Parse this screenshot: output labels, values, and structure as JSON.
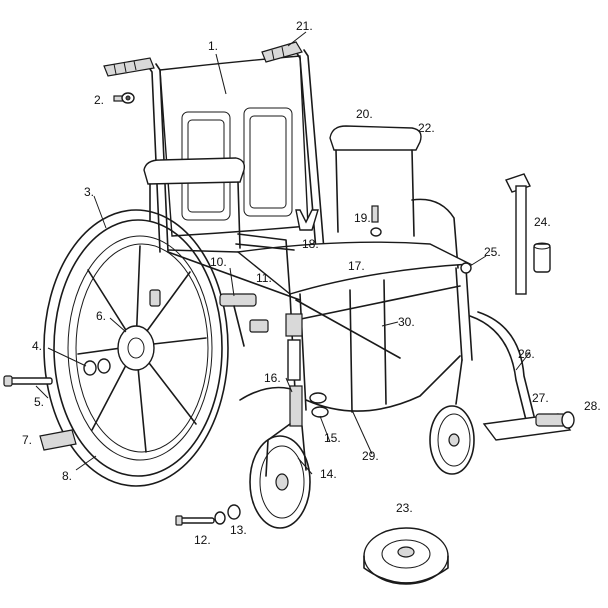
{
  "diagram": {
    "type": "exploded-parts-diagram",
    "callouts": [
      {
        "id": "1",
        "label": "1."
      },
      {
        "id": "2",
        "label": "2."
      },
      {
        "id": "3",
        "label": "3."
      },
      {
        "id": "4",
        "label": "4."
      },
      {
        "id": "5",
        "label": "5."
      },
      {
        "id": "6",
        "label": "6."
      },
      {
        "id": "7",
        "label": "7."
      },
      {
        "id": "8",
        "label": "8."
      },
      {
        "id": "10",
        "label": "10."
      },
      {
        "id": "11",
        "label": "11."
      },
      {
        "id": "12",
        "label": "12."
      },
      {
        "id": "13",
        "label": "13."
      },
      {
        "id": "14",
        "label": "14."
      },
      {
        "id": "15",
        "label": "15."
      },
      {
        "id": "16",
        "label": "16."
      },
      {
        "id": "17",
        "label": "17."
      },
      {
        "id": "18",
        "label": "18."
      },
      {
        "id": "19",
        "label": "19."
      },
      {
        "id": "20",
        "label": "20."
      },
      {
        "id": "21",
        "label": "21."
      },
      {
        "id": "22",
        "label": "22."
      },
      {
        "id": "23",
        "label": "23."
      },
      {
        "id": "24",
        "label": "24."
      },
      {
        "id": "25",
        "label": "25."
      },
      {
        "id": "26",
        "label": "26."
      },
      {
        "id": "27",
        "label": "27."
      },
      {
        "id": "28",
        "label": "28."
      },
      {
        "id": "29",
        "label": "29."
      },
      {
        "id": "30",
        "label": "30."
      }
    ]
  }
}
